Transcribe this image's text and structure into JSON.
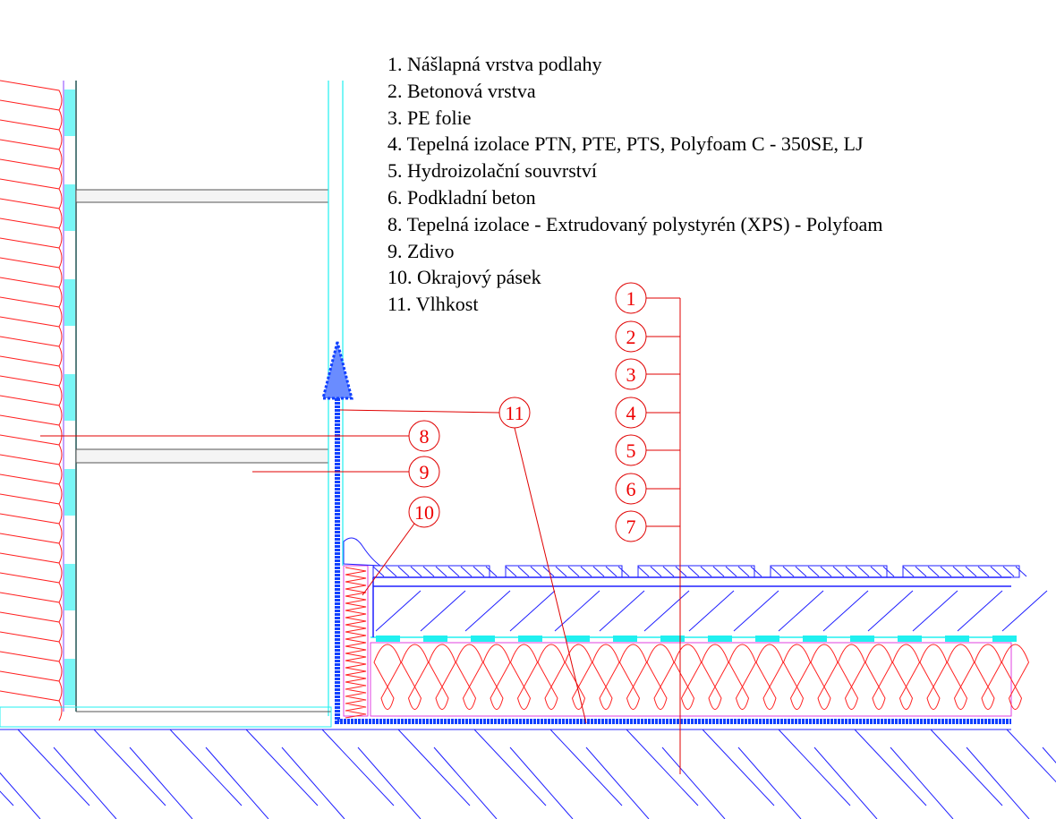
{
  "legend": [
    "1. Nášlapná vrstva podlahy",
    "2. Betonová vrstva",
    "3. PE folie",
    "4. Tepelná izolace PTN, PTE, PTS, Polyfoam C - 350SE, LJ",
    "5. Hydroizolační souvrství",
    "6. Podkladní beton",
    "8. Tepelná izolace - Extrudovaný polystyrén (XPS) - Polyfoam",
    "9. Zdivo",
    "10. Okrajový pásek",
    "11. Vlhkost"
  ],
  "callouts": {
    "c1": "1",
    "c2": "2",
    "c3": "3",
    "c4": "4",
    "c5": "5",
    "c6": "6",
    "c7": "7",
    "c8": "8",
    "c9": "9",
    "c10": "10",
    "c11": "11"
  },
  "colors": {
    "insulation": "#ff2020",
    "hatch": "#2020ff",
    "moisture": "#1040ff",
    "cyan": "#20f0f0",
    "callout": "#e00000"
  }
}
